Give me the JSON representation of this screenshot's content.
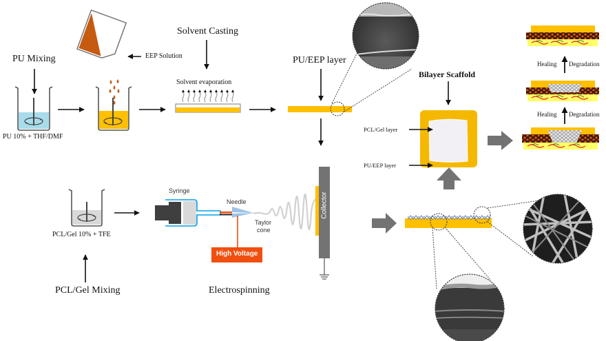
{
  "diagram": {
    "title": "Fabrication of PU/EEP + PCL/Gel bilayer scaffold",
    "colors": {
      "pu_solution": "#a8dcea",
      "eep_film": "#ffc000",
      "eep_solution": "#c55a11",
      "drops": "#c55a11",
      "pcl_solution": "#d9d9d9",
      "syringe_outline": "#00a0e9",
      "high_voltage": "#f04f0f",
      "collector": "#737373",
      "block_arrow": "#737373",
      "scaffold_outer": "#f5b800",
      "scaffold_inner": "#f2f0f5"
    },
    "top_row": {
      "pu_mixing_label": "PU Mixing",
      "pu_beaker_caption": "PU 10% + THF/DMF",
      "eep_solution_label": "EEP Solution",
      "solvent_casting_label": "Solvent Casting",
      "solvent_evaporation_label": "Solvent evaporation",
      "pu_eep_layer_label": "PU/EEP layer"
    },
    "bottom_row": {
      "pcl_beaker_caption": "PCL/Gel 10% + TFE",
      "pcl_mixing_label": "PCL/Gel Mixing",
      "syringe_label": "Syringe",
      "needle_label": "Needle",
      "taylor_cone_label_1": "Taylor",
      "taylor_cone_label_2": "cone",
      "high_voltage_label": "High Voltage",
      "collector_label": "Collector",
      "electrospinning_label": "Electrospinning"
    },
    "scaffold": {
      "title": "Bilayer Scaffold",
      "pcl_gel_layer_label": "PCL/Gel layer",
      "pu_eep_layer_label": "PU/EEP layer"
    },
    "healing": {
      "steps": [
        {
          "left": "Healing",
          "right": "Degradation"
        },
        {
          "left": "Healing",
          "right": "Degradation"
        }
      ]
    },
    "icons": {
      "stirrer": "stir-bar-rotation-icon",
      "ground": "ground-icon",
      "block_arrow": "block-arrow-icon"
    }
  }
}
